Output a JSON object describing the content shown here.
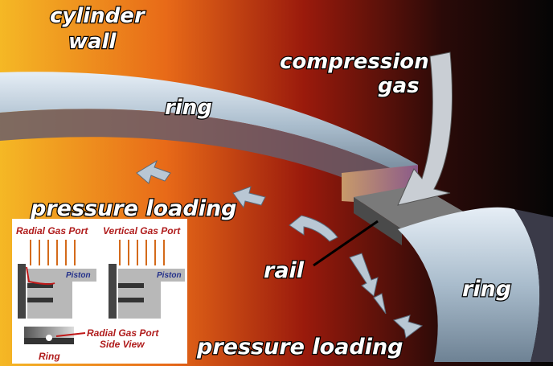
{
  "labels": {
    "cylinder_wall_1": "cylinder",
    "cylinder_wall_2": "wall",
    "compression_gas_1": "compression",
    "compression_gas_2": "gas",
    "ring_top": "ring",
    "pressure_loading_top": "pressure loading",
    "rail": "rail",
    "ring_right": "ring",
    "pressure_loading_bottom": "pressure loading"
  },
  "inset": {
    "radial_gas_port": "Radial Gas Port",
    "vertical_gas_port": "Vertical Gas Port",
    "piston_left": "Piston",
    "piston_right": "Piston",
    "side_view_1": "Radial Gas Port",
    "side_view_2": "Side View",
    "ring": "Ring"
  },
  "colors": {
    "arrow_red": "#b01c1c",
    "label_blue": "#23308a"
  }
}
